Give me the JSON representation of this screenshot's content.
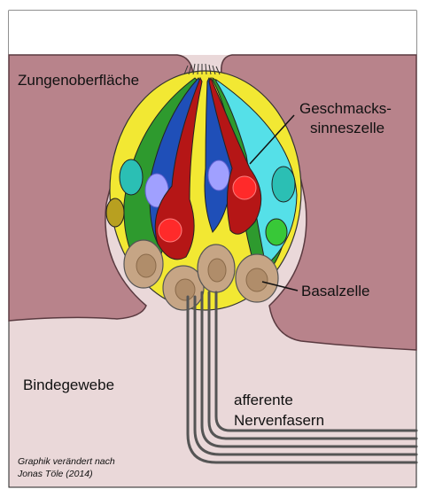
{
  "labels": {
    "tongue_surface": "Zungenoberfläche",
    "taste_cell_line1": "Geschmacks-",
    "taste_cell_line2": "sinneszelle",
    "basal_cell": "Basalzelle",
    "connective_tissue": "Bindegewebe",
    "afferent_line1": "afferente",
    "afferent_line2": "Nervenfasern"
  },
  "credit": {
    "line1": "Graphik verändert nach",
    "line2": "Jonas Töle (2014)"
  },
  "colors": {
    "background": "#ffffff",
    "frame": "#222222",
    "connective_tissue": "#ead8d9",
    "tongue_tissue": "#b8838b",
    "tongue_outline": "#5a3a40",
    "yellow_cell": "#f2e833",
    "green_cell": "#2e9a2e",
    "cyan_cell": "#55e0e8",
    "teal_cell": "#2bbfb4",
    "blue_cell": "#1f4fb8",
    "red_cell": "#b51616",
    "nucleus_blue": "#a0a0ff",
    "nucleus_red": "#ff2a2a",
    "basal_cell": "#c6a585",
    "basal_nucleus": "#b08d6a",
    "nerve_fiber": "#555555"
  }
}
